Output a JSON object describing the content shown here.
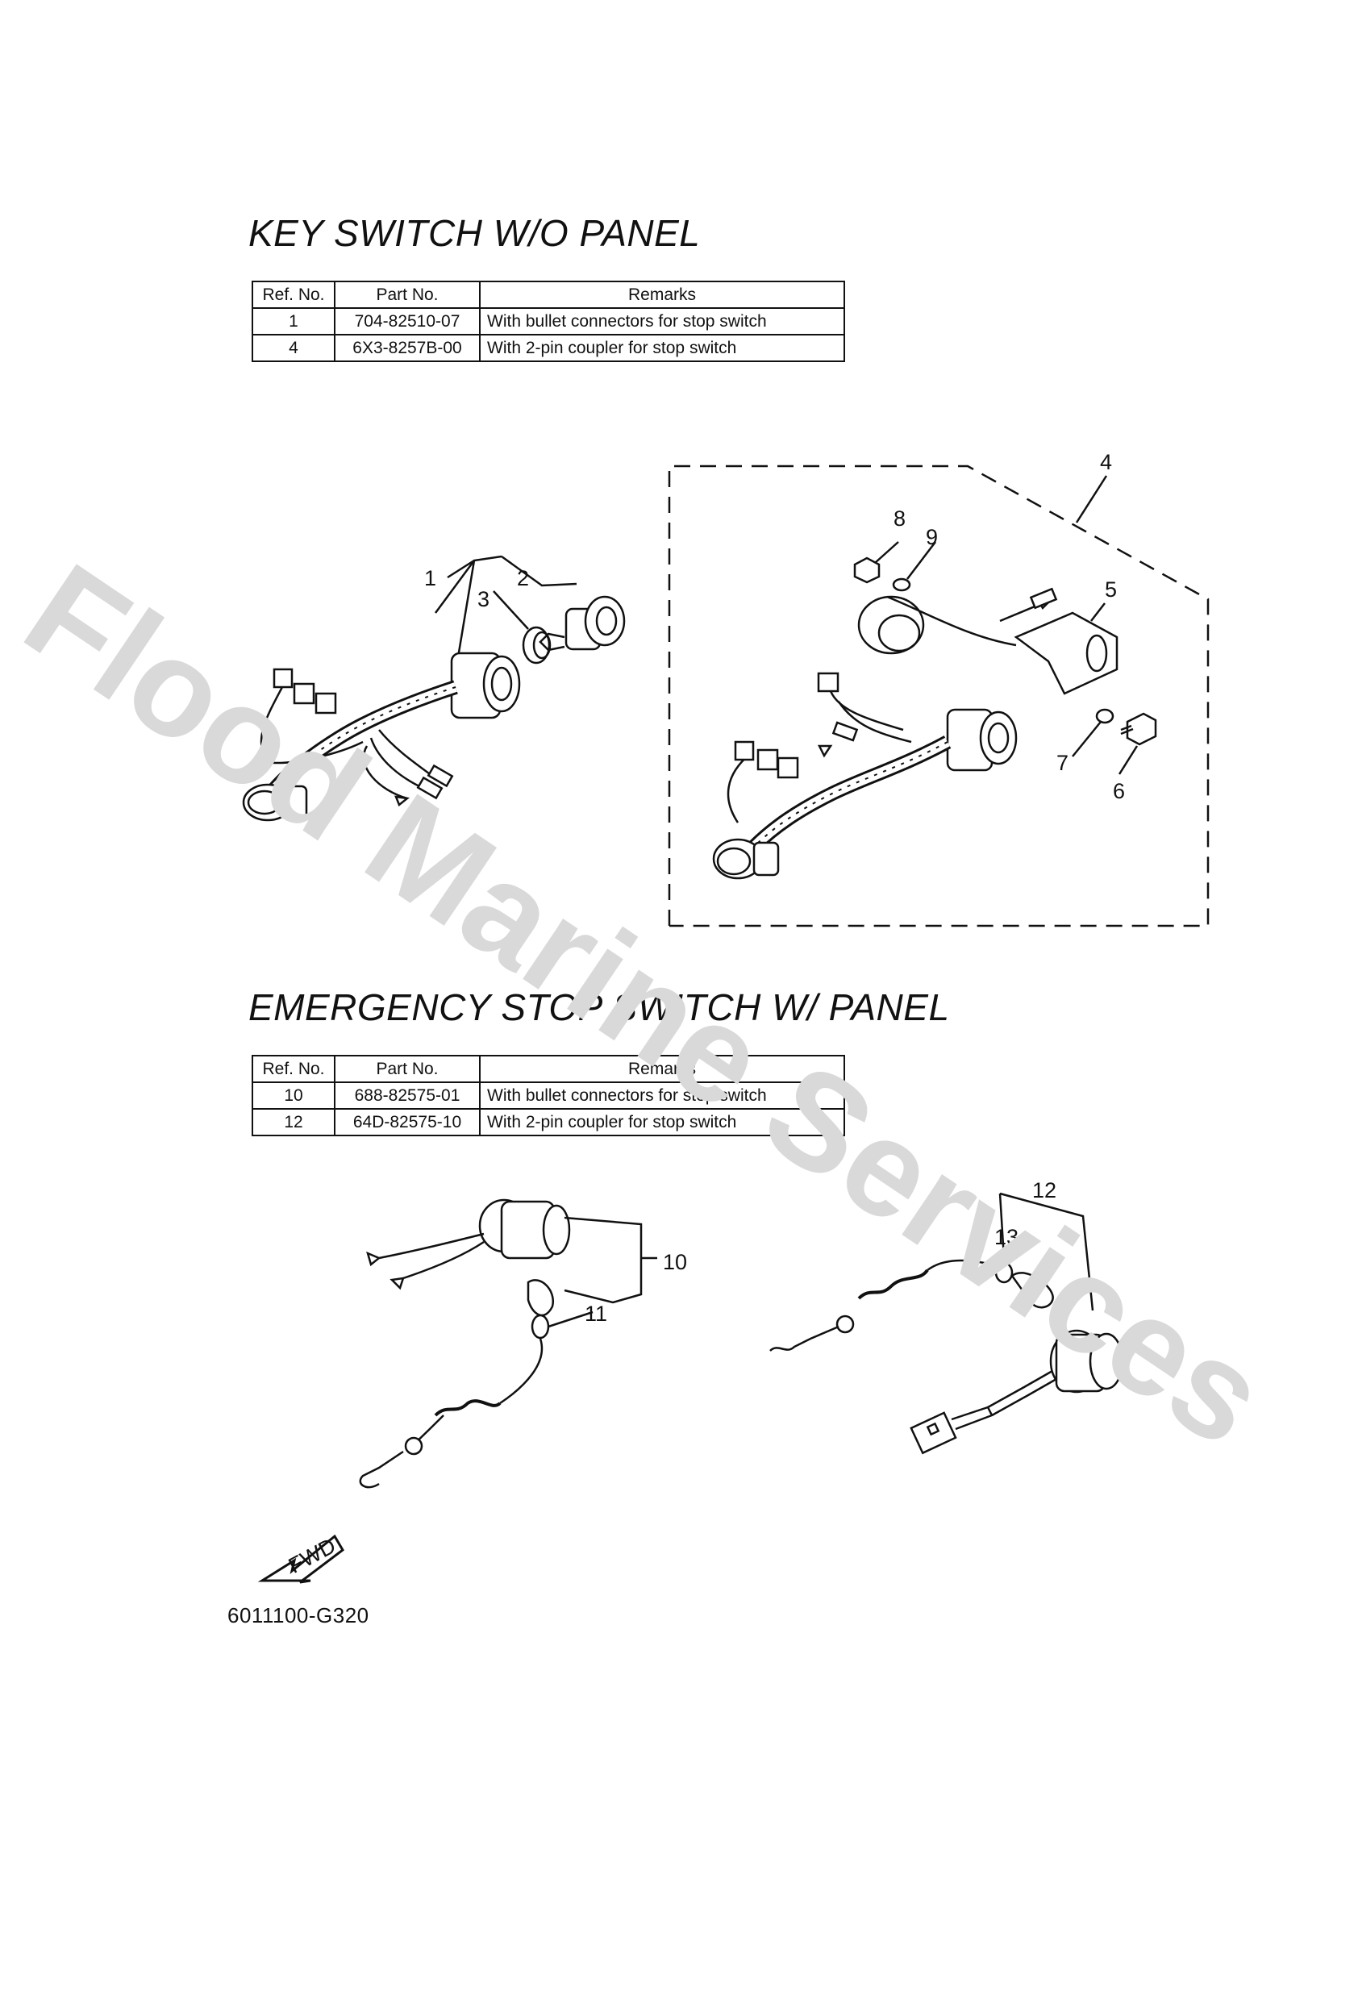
{
  "watermark": "Flood Marine Services",
  "section1": {
    "title": "KEY SWITCH W/O PANEL",
    "headers": [
      "Ref. No.",
      "Part No.",
      "Remarks"
    ],
    "rows": [
      [
        "1",
        "704-82510-07",
        "With bullet connectors for stop switch"
      ],
      [
        "4",
        "6X3-8257B-00",
        "With 2-pin coupler for stop switch"
      ]
    ]
  },
  "section2": {
    "title": "EMERGENCY STOP SWITCH W/ PANEL",
    "headers": [
      "Ref. No.",
      "Part No.",
      "Remarks"
    ],
    "rows": [
      [
        "10",
        "688-82575-01",
        "With bullet connectors for stop switch"
      ],
      [
        "12",
        "64D-82575-10",
        "With 2-pin coupler for stop switch"
      ]
    ]
  },
  "callouts": {
    "c1": "1",
    "c2": "2",
    "c3": "3",
    "c4": "4",
    "c5": "5",
    "c6": "6",
    "c7": "7",
    "c8": "8",
    "c9": "9",
    "c10": "10",
    "c11": "11",
    "c12": "12",
    "c13": "13"
  },
  "fwd_label": "FWD",
  "diagram_code": "6011100-G320",
  "icons": [
    "fwd-arrow-icon"
  ]
}
